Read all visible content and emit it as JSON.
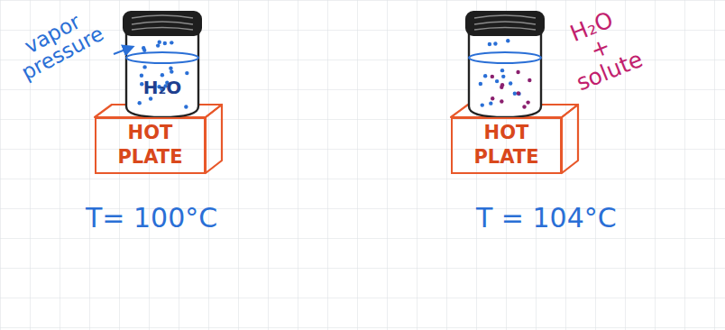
{
  "diagram": {
    "nodes": [
      {
        "text": [
          "H₂O"
        ]
      },
      {
        "text": [
          "HOT PLATE"
        ]
      },
      {
        "text": [
          "HOT PLATE"
        ]
      }
    ],
    "labels": [
      "vapor pressure",
      "H₂O + solute",
      "T= 100°C",
      "T = 104°C"
    ]
  }
}
